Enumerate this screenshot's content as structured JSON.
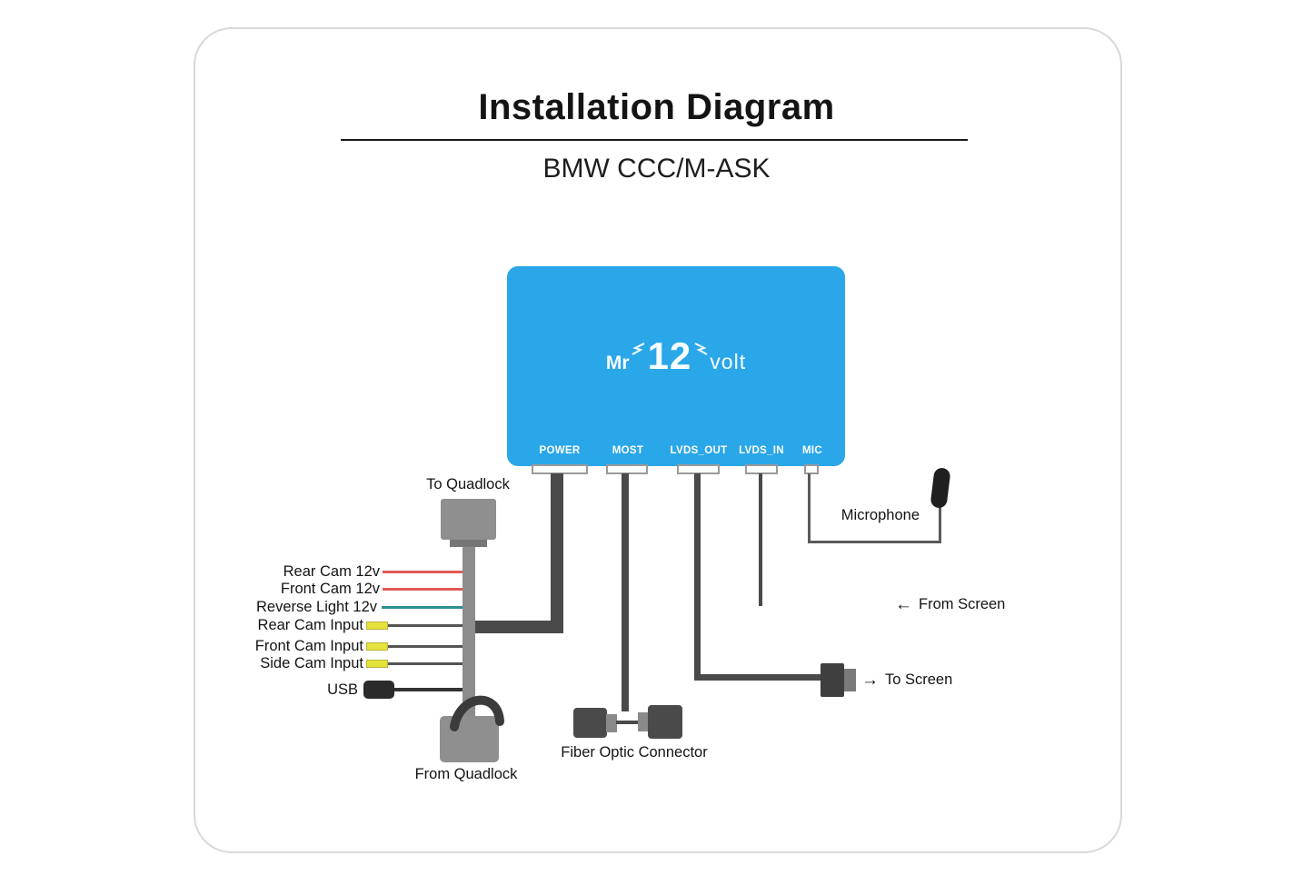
{
  "title": "Installation Diagram",
  "subtitle": "BMW CCC/M-ASK",
  "device": {
    "logo": {
      "prefix": "Mr",
      "number": "12",
      "suffix": "volt"
    },
    "ports": [
      "POWER",
      "MOST",
      "LVDS_OUT",
      "LVDS_IN",
      "MIC"
    ]
  },
  "harness_labels": [
    "Rear Cam 12v",
    "Front Cam 12v",
    "Reverse Light 12v",
    "Rear Cam Input",
    "Front Cam Input",
    "Side Cam Input",
    "USB"
  ],
  "connections": {
    "to_quadlock": "To Quadlock",
    "from_quadlock": "From Quadlock",
    "fiber_optic": "Fiber Optic Connector",
    "microphone": "Microphone",
    "from_screen": {
      "arrow": "←",
      "label": "From Screen"
    },
    "to_screen": {
      "arrow": "→",
      "label": "To Screen"
    }
  },
  "colors": {
    "device_blue": "#2AA7E9",
    "cable_dark": "#4A4A4A",
    "connector_gray": "#8F8F8F",
    "wire_red": "#E05A52",
    "wire_teal": "#2E8F8F",
    "connector_yellow": "#E6E23C"
  }
}
